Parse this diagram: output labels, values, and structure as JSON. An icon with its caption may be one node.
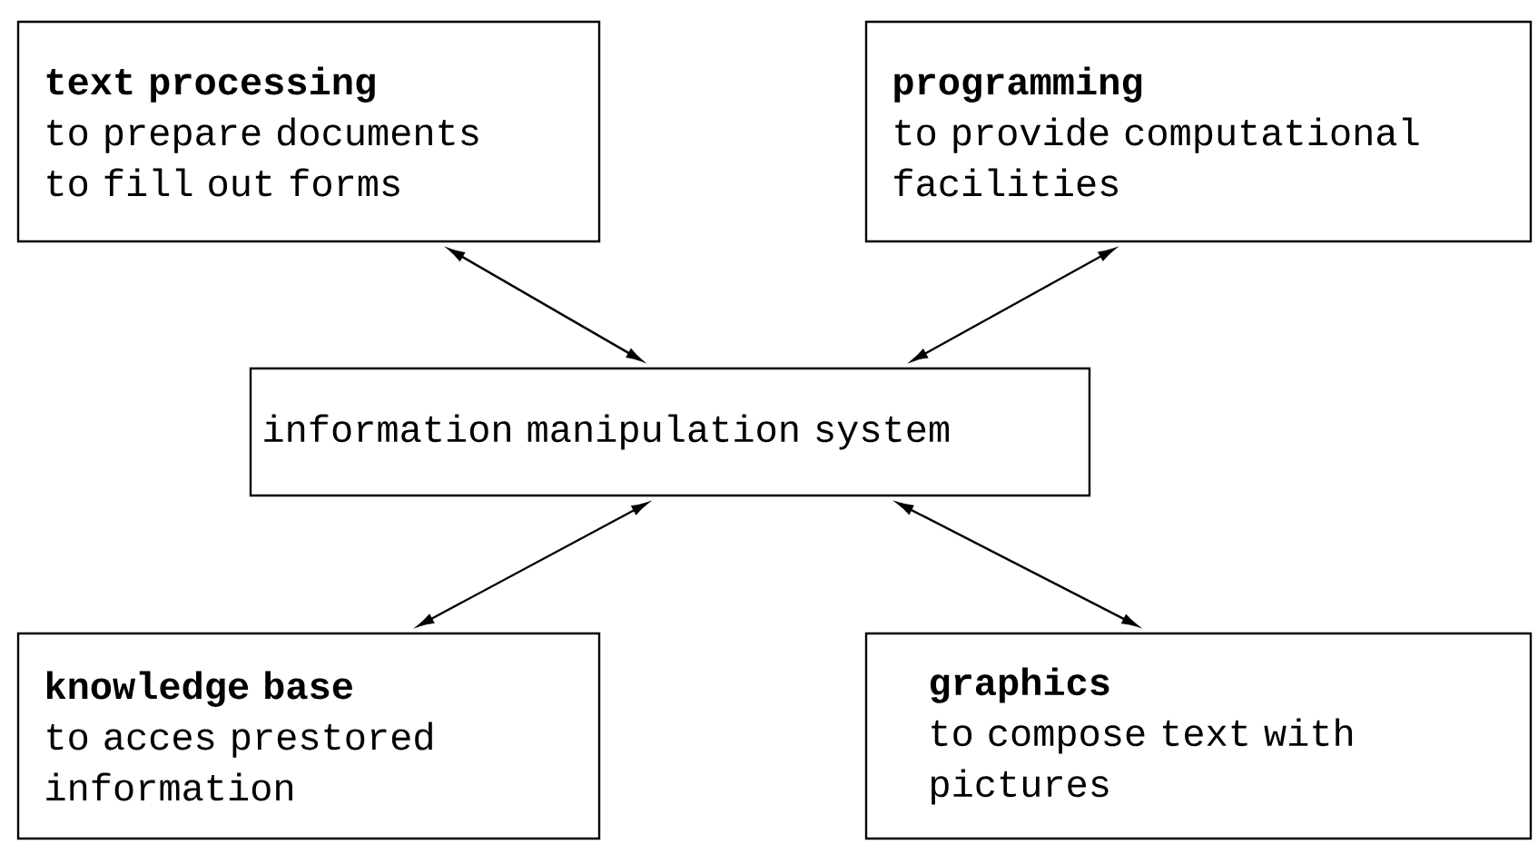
{
  "diagram": {
    "nodes": [
      {
        "text": [
          "text processing",
          "to prepare documents",
          "to fill out forms"
        ]
      },
      {
        "text": [
          "programming",
          "to provide computational facilities"
        ]
      },
      {
        "text": [
          "information manipulation system"
        ]
      },
      {
        "text": [
          "knowledge base",
          "to acces prestored information"
        ]
      },
      {
        "text": [
          "graphics",
          "to compose text with pictures"
        ]
      }
    ],
    "edges": [
      {
        "from": 0,
        "to": 2,
        "arrow": "both"
      },
      {
        "from": 1,
        "to": 2,
        "arrow": "both"
      },
      {
        "from": 2,
        "to": 3,
        "arrow": "both"
      },
      {
        "from": 2,
        "to": 4,
        "arrow": "both"
      }
    ]
  }
}
